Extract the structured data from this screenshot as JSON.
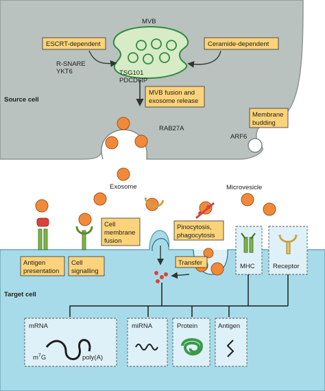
{
  "colors": {
    "source_cell": "#b9c2be",
    "target_cell": "#a8dbea",
    "mvb_fill": "#d6ebc6",
    "mvb_stroke": "#2f8a3e",
    "exosome": "#f08a3a",
    "label_box": "#fbd37a",
    "box_panel": "#dff1f8"
  },
  "source": {
    "cell_label": "Source cell",
    "mvb_label": "MVB",
    "escrt_box": "ESCRT-dependent",
    "ceramide_box": "Ceramide-dependent",
    "rsnare": "R-SNARE",
    "ykt6": "YKT6",
    "tsg101": "TSG101",
    "pdcd6ip": "PDCD6IP",
    "fusion_box_l1": "MVB fusion and",
    "fusion_box_l2": "exosome release",
    "rab27a": "RAB27A",
    "arf6": "ARF6",
    "budding_l1": "Membrane",
    "budding_l2": "budding"
  },
  "extracellular": {
    "exosome_label": "Exosome",
    "microvesicle_label": "Microvesicle"
  },
  "target": {
    "cell_label": "Target cell",
    "antigen_l1": "Antigen",
    "antigen_l2": "presentation",
    "signalling_l1": "Cell",
    "signalling_l2": "signalling",
    "fusion_l1": "Cell",
    "fusion_l2": "membrane",
    "fusion_l3": "fusion",
    "pino_l1": "Pinocytosis,",
    "pino_l2": "phagocytosis",
    "transfer": "Transfer",
    "mhc": "MHC",
    "receptor": "Receptor"
  },
  "cargo": {
    "mrna": "mRNA",
    "m7g": "m",
    "m7g_sup": "7",
    "m7g_g": "G",
    "polya": "poly(A)",
    "mirna": "miRNA",
    "protein": "Protein",
    "antigen": "Antigen"
  }
}
